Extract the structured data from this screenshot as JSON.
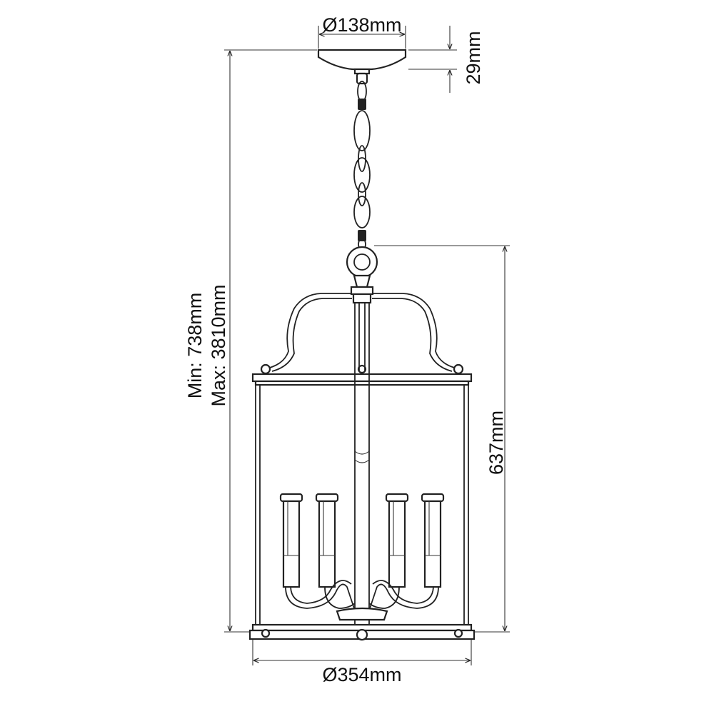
{
  "dimensions": {
    "canopy_diameter": "Ø138mm",
    "canopy_height": "29mm",
    "height_min": "Min: 738mm",
    "height_max": "Max: 3810mm",
    "body_height": "637mm",
    "body_diameter": "Ø354mm"
  }
}
